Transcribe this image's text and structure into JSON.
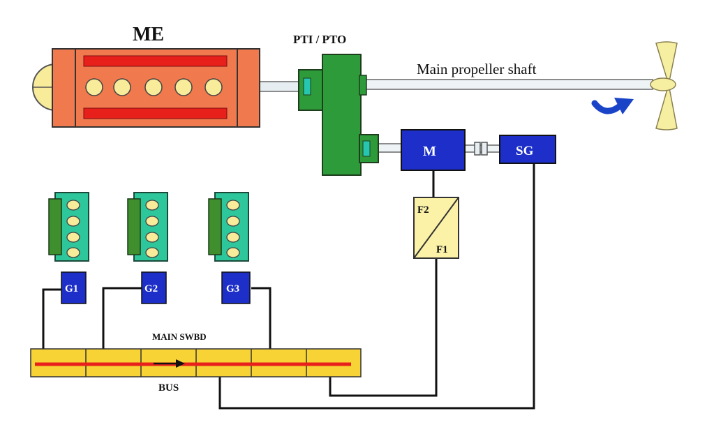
{
  "labels": {
    "main_engine": "ME",
    "pti_pto": "PTI / PTO",
    "shaft": "Main propeller shaft",
    "motor": "M",
    "shaft_generator": "SG",
    "converter_top": "F2",
    "converter_bottom": "F1",
    "gen1": "G1",
    "gen2": "G2",
    "gen3": "G3",
    "switchboard": "MAIN SWBD",
    "bus": "BUS"
  },
  "colors": {
    "engine_body": "#f07a4e",
    "engine_bar": "#e8201c",
    "cylinder": "#f8ec9a",
    "gearbox": "#2e9b3a",
    "coupling": "#26c6b0",
    "blue_unit": "#1d2fc8",
    "genset_body": "#2ec79b",
    "genset_side": "#3f8f2e",
    "converter": "#fbf2a8",
    "swbd": "#f7d335",
    "bus_line": "#e8201c",
    "propeller": "#f6eea0",
    "rotation_arrow": "#1a44c8",
    "wire": "#111111"
  },
  "icons": {
    "flywheel": "flywheel-icon",
    "propeller": "propeller-icon",
    "rotation": "rotation-arrow-icon",
    "flow": "flow-arrow-icon"
  }
}
